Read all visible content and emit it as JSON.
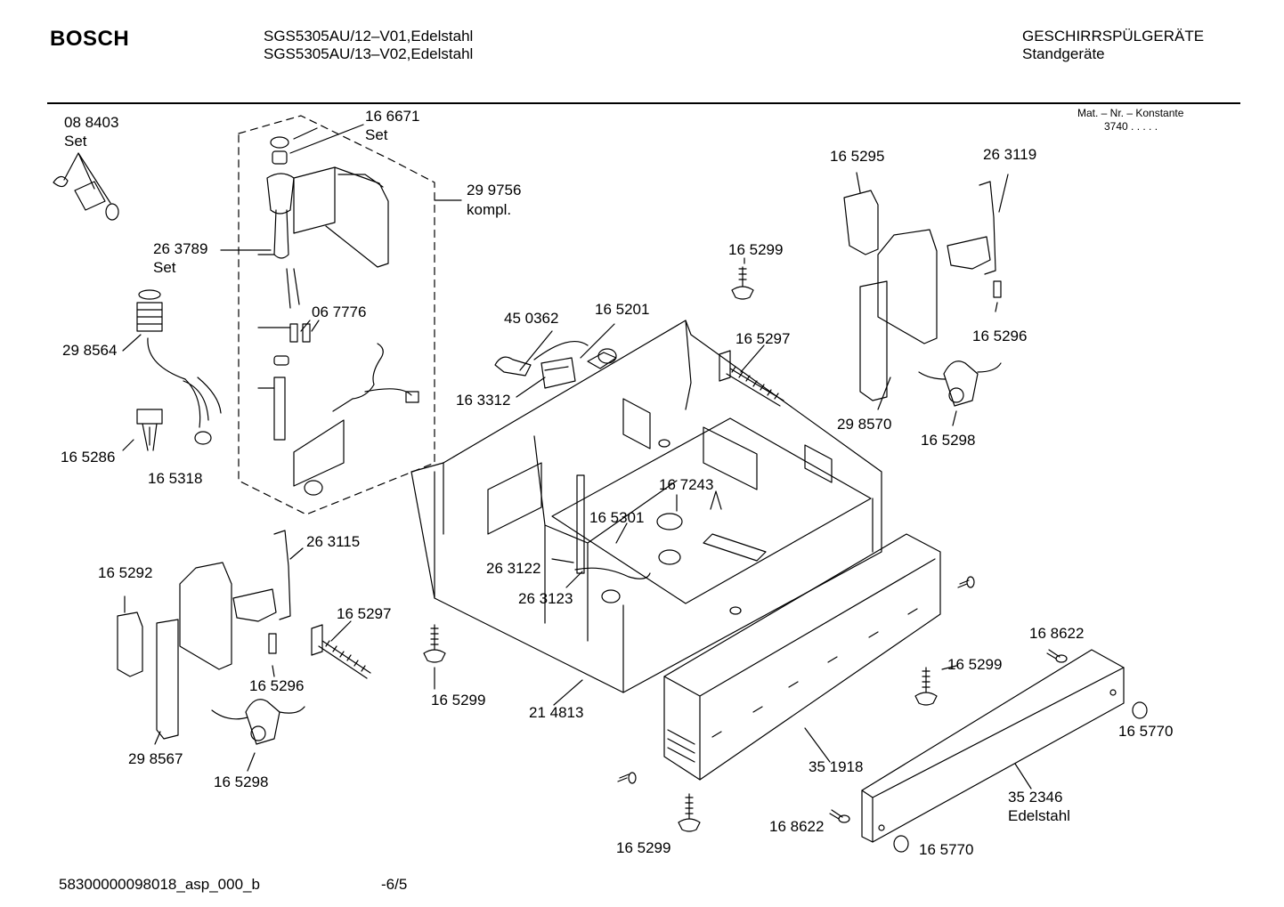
{
  "header": {
    "brand": "BOSCH",
    "model_line_1": "SGS5305AU/12–V01,Edelstahl",
    "model_line_2": "SGS5305AU/13–V02,Edelstahl",
    "category": "GESCHIRRSPÜLGERÄTE",
    "subcategory": "Standgeräte"
  },
  "material_note": {
    "line_1": "Mat. – Nr. – Konstante",
    "line_2": "3740  .  .  .  .  ."
  },
  "part_labels": {
    "p088403": "08 8403",
    "p088403_set": "Set",
    "p166671": "16 6671",
    "p166671_set": "Set",
    "p299756": "29 9756",
    "p299756_kompl": "kompl.",
    "p263789": "26 3789",
    "p263789_set": "Set",
    "p298564": "29 8564",
    "p067776": "06 7776",
    "p165286": "16 5286",
    "p165318": "16 5318",
    "p450362": "45 0362",
    "p165201": "16 5201",
    "p163312": "16 3312",
    "p165299_top": "16 5299",
    "p165297_right": "16 5297",
    "p165295": "16 5295",
    "p263119": "26 3119",
    "p165296_right": "16 5296",
    "p298570": "29 8570",
    "p165298_right": "16 5298",
    "p167243": "16 7243",
    "p165301": "16 5301",
    "p263122": "26 3122",
    "p263123": "26 3123",
    "p263115": "26 3115",
    "p165292": "16 5292",
    "p165297_left": "16 5297",
    "p165296_left": "16 5296",
    "p298567": "29 8567",
    "p165298_left": "16 5298",
    "p165299_mid": "16 5299",
    "p214813": "21 4813",
    "p168622_right": "16 8622",
    "p165299_right": "16 5299",
    "p165770_right": "16 5770",
    "p351918": "35 1918",
    "p352346": "35 2346",
    "p352346_edelstahl": "Edelstahl",
    "p168622_bottom": "16 8622",
    "p165299_bottom": "16 5299",
    "p165770_bottom": "16 5770"
  },
  "footer": {
    "doc_id": "58300000098018_asp_000_b",
    "page": "-6/5"
  }
}
